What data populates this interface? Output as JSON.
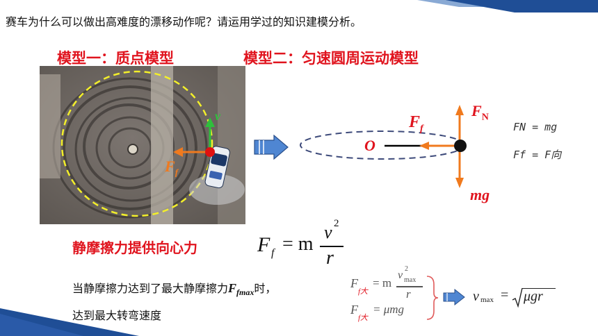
{
  "question": "赛车为什么可以做出高难度的漂移动作呢？请运用学过的知识建模分析。",
  "model1_title": "模型一：质点模型",
  "model2_title": "模型二：匀速圆周运动模型",
  "photo": {
    "velocity_label": "v",
    "friction_label": "F",
    "friction_sub": "f"
  },
  "diagram": {
    "center_label": "O",
    "friction_label": "F",
    "friction_sub": "f",
    "normal_label": "F",
    "normal_sub": "N",
    "gravity_label": "mg",
    "note1": "FN = mg",
    "note2": "Ff = F向"
  },
  "conclusion": "静摩擦力提供向心力",
  "formula_main": {
    "lhs": "F",
    "lhs_sub": "f",
    "eq": "= m",
    "num": "v",
    "num_sup": "2",
    "den": "r"
  },
  "max_text_1": "当静摩擦力达到了最大静摩擦力",
  "max_F": "F",
  "max_sub": "fmax",
  "max_text_2": "时，",
  "max_text_3": "达到最大转弯速度",
  "formula_max1": {
    "lhs": "F",
    "lhs_sub": "f大",
    "eq": "= m",
    "num": "v",
    "num_sub": "max",
    "num_sup": "2",
    "den": "r"
  },
  "formula_max2": {
    "lhs": "F",
    "lhs_sub": "f大",
    "rhs": "= μmg"
  },
  "formula_result": {
    "lhs": "v",
    "lhs_sub": "max",
    "eq": "=",
    "radicand": "μgr"
  },
  "colors": {
    "red": "#e0141e",
    "orange": "#f07a1e",
    "green": "#2fbf3c",
    "banner": "#1f4e96",
    "arrow": "#4f86d2"
  }
}
